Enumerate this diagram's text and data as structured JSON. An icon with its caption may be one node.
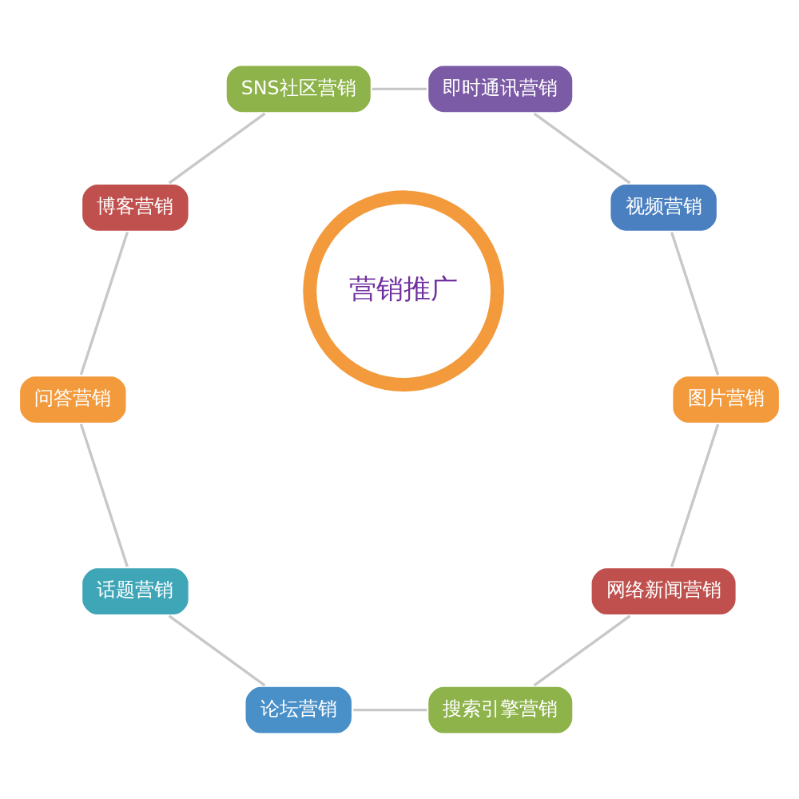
{
  "diagram": {
    "nodes": [
      {
        "text": [
          "营销推广"
        ]
      },
      {
        "text": [
          "网络新闻营销"
        ]
      },
      {
        "text": [
          "搜索引擎营销"
        ]
      },
      {
        "text": [
          "论坛营销"
        ]
      },
      {
        "text": [
          "话题营销"
        ]
      },
      {
        "text": [
          "问答营销"
        ]
      },
      {
        "text": [
          "博客营销"
        ]
      },
      {
        "text": [
          "SNS社区营销"
        ]
      },
      {
        "text": [
          "即时通讯营销"
        ]
      },
      {
        "text": [
          "视频营销"
        ]
      },
      {
        "text": [
          "图片营销"
        ]
      }
    ],
    "edges": [
      {
        "from": 1,
        "to": 2,
        "arrow": "none"
      },
      {
        "from": 2,
        "to": 3,
        "arrow": "none"
      },
      {
        "from": 3,
        "to": 4,
        "arrow": "none"
      },
      {
        "from": 4,
        "to": 5,
        "arrow": "none"
      },
      {
        "from": 5,
        "to": 6,
        "arrow": "none"
      },
      {
        "from": 6,
        "to": 7,
        "arrow": "none"
      },
      {
        "from": 7,
        "to": 8,
        "arrow": "none"
      },
      {
        "from": 8,
        "to": 9,
        "arrow": "none"
      },
      {
        "from": 9,
        "to": 10,
        "arrow": "none"
      },
      {
        "from": 10,
        "to": 1,
        "arrow": "none"
      }
    ]
  }
}
